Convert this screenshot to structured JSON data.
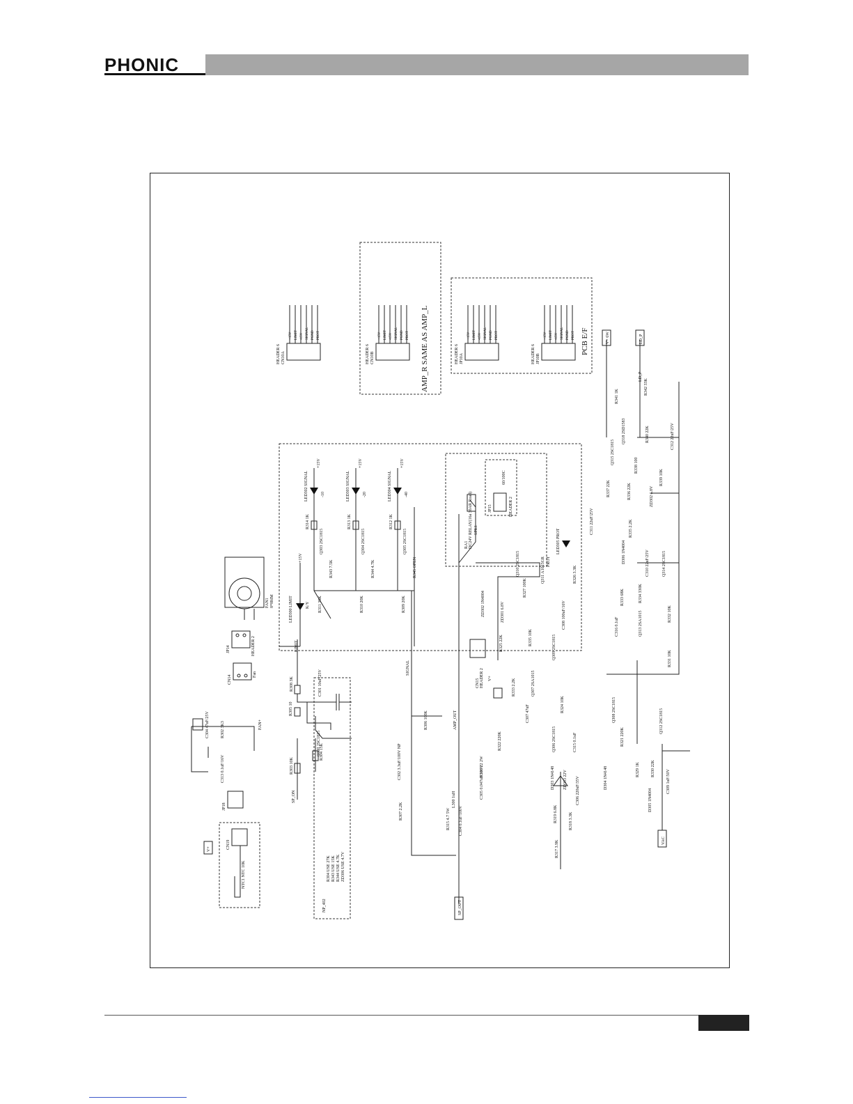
{
  "header": {
    "brand": "PHONIC"
  },
  "schematic": {
    "amp_note": "AMP_R SAME AS AMP_L",
    "pcb_label": "PCB E/F",
    "connectors": {
      "cn10a": {
        "ref": "CN10A",
        "type": "HEADER 6",
        "pins": [
          "1",
          "2",
          "3",
          "4",
          "5",
          "6"
        ],
        "signals": [
          "+15V",
          "LIMIT",
          "-15V",
          "SIGNAL",
          "PGND",
          "PROT"
        ]
      },
      "cn10b": {
        "ref": "CN10B",
        "type": "HEADER 6",
        "pins": [
          "1",
          "2",
          "3",
          "4",
          "5",
          "6"
        ],
        "signals": [
          "+15V",
          "LIMIT",
          "-15V",
          "SIGNAL",
          "PGND",
          "PROT"
        ]
      },
      "jp10a": {
        "ref": "JP10A",
        "type": "HEADER 6",
        "pins": [
          "1",
          "2",
          "3",
          "4",
          "5",
          "6"
        ],
        "signals": [
          "+15V",
          "LIMIT",
          "-15V",
          "SIGNAL",
          "PGND",
          "PROT"
        ]
      },
      "jp10b": {
        "ref": "JP10B",
        "type": "HEADER 6",
        "pins": [
          "1",
          "2",
          "3",
          "4",
          "5",
          "6"
        ],
        "signals": [
          "+15V",
          "LIMIT",
          "-15V",
          "SIGNAL",
          "PGND",
          "PROT"
        ]
      }
    },
    "parts": {
      "fan": "FAN1",
      "fan_type": "8*8MM",
      "jp14": "JP14",
      "header2": "HEADER 2",
      "cn14": "CN14",
      "fan_label": "Fan",
      "r308": "R308 3K",
      "c301": "C301 10uF/25V",
      "r305": "R305 10",
      "fan_plus": "FAN+",
      "q300": "Q300 2SC1815",
      "r303": "R303 10K",
      "r304": "R304 15K",
      "sp_on": "SP_ON",
      "c304": "C304 47uF/25V",
      "r302": "R302 3K3",
      "c313": "C313 0.1uF/16V",
      "jp18": "JP18",
      "cn19": "CN19",
      "ntc": "NTC1 NTC 10K",
      "vplus": "V+",
      "limit": "LIMIT",
      "plus15": "+15V",
      "led300": "LED300 LIMIT",
      "ky": "K/Y",
      "led302": "LED302 SIGNAL",
      "led303": "LED303 SIGNAL",
      "led304": "LED304 SIGNAL",
      "m10": "-10",
      "m20": "-20",
      "m40": "-40",
      "r314": "R314 1K",
      "r313": "R313 1K",
      "r312": "R312 1K",
      "q303": "Q303 2SC1815",
      "q304": "Q304 2SC1815",
      "q305": "Q305 2SC1815",
      "r343": "R343 7.5K",
      "r344": "R344 4.7K",
      "r345": "R345 OPEN",
      "r311": "R311 39K",
      "r310": "R310 20K",
      "r309": "R309 20K",
      "signal": "SIGNAL",
      "r306": "R306 100K",
      "c302": "C302 3.3uF/100V NP",
      "r307": "R307 2.2K",
      "amp_out": "AMP_OUT",
      "note_title": "NP_402",
      "note_lines": [
        "R304 USE 27K",
        "R343 USE 15K",
        "R344 USE 4.7K",
        "ZD306 USE 4.7V"
      ],
      "sp_out": "SP_OUT",
      "r315": "R315 4.7 5W",
      "l300": "L300 1uH",
      "c304b": "C304 0.1uF/100V",
      "c305": "C305 0.047uF/100V",
      "r316": "R316 22 2W",
      "ra1": "RA1",
      "relay": "DC24V RELAY(16a 30AR Road)",
      "spk1": "SPK1",
      "jp15": "JP15",
      "header1": "HEADER 2",
      "therm": "60/100C",
      "led305": "LED305 PROT",
      "prot": "PROT",
      "q310": "Q310 2SC1815",
      "q311": "Q311 A1015GR",
      "r326": "R326 3.3K",
      "r327": "R327 100K",
      "zd302": "ZD302 1N4004",
      "zd301": "ZD301 6.8V",
      "c308": "C308 100uF/16V",
      "cn15": "CN15",
      "header3": "HEADER 2",
      "r325": "R325 22K",
      "r335": "R335 10K",
      "q309": "Q309 2SC1815",
      "r333": "R333 2.2K",
      "q307": "Q307 2SA1015",
      "c307": "C307 47uF",
      "r324": "R324 10K",
      "q308": "Q308 2SC1815",
      "r322": "R322 220K",
      "r321": "R321 220K",
      "q306": "Q306 2SC1815",
      "c315": "C315 0.1uF",
      "d303": "D303 1N4148",
      "zd303": "ZD303 22V",
      "d304": "D304 1N4148",
      "c306": "C306 220uF/35V",
      "r319": "R319 6.8K",
      "r318": "R318 3.3K",
      "r317": "R317 3.9K",
      "r329": "R329 1K",
      "r330": "R330 22K",
      "q312": "Q312 2SC1815",
      "c309": "C309 1uF/50V",
      "d305": "D305 1N4004",
      "vac": "VAC",
      "r331": "R331 10K",
      "r332": "R332 10K",
      "q313": "Q313 2SA1015",
      "c316": "C316 0.1uF",
      "r333b": "R333 68K",
      "r334": "R334 330K",
      "d306": "D306 1N4004",
      "c310": "C310 22uF/25V",
      "q314": "Q314 2SC1815",
      "r335b": "R335 2.2K",
      "r336": "R336 22K",
      "c311": "C311 22uF/25V",
      "zd302b": "ZD302 6.8V",
      "r337": "R337 22K",
      "q315": "Q315 2SC1815",
      "r338": "R338 100",
      "r339": "R339 10K",
      "q318": "Q318 2SD1583",
      "r340": "R340 22K",
      "c312": "C312 22uF/25V",
      "r341": "R341 1K",
      "r342": "R342 33K",
      "v6w": "V+ 6W",
      "lp": "LD_P",
      "lp2": "LD_P"
    }
  }
}
